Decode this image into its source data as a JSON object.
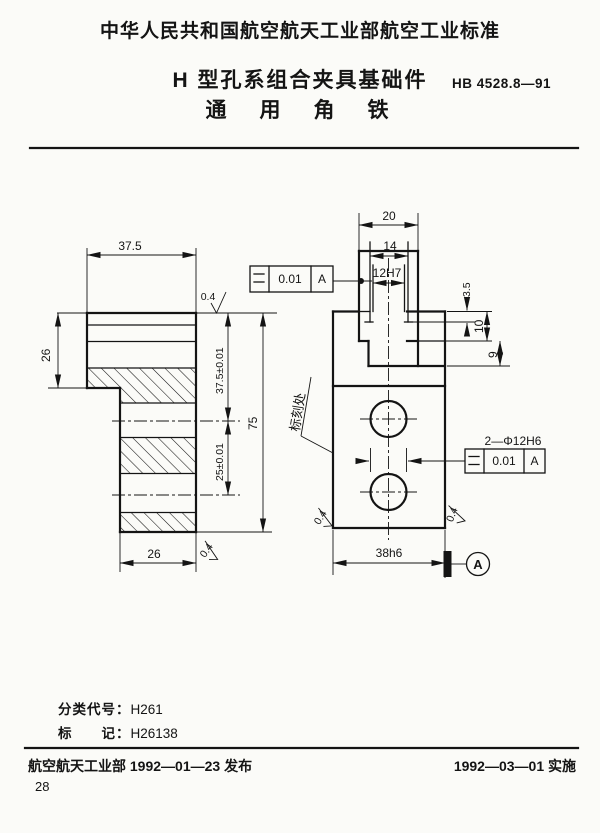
{
  "header": {
    "org_standard_line": "中华人民共和国航空航天工业部航空工业标准",
    "title": "H 型孔系组合夹具基础件",
    "subtitle": "通　用　角　铁",
    "standard_no": "HB 4528.8—91"
  },
  "left_view": {
    "dim_top_width": "37.5",
    "dim_flange_height": "26",
    "dim_first_hole_offset": "37.5±0.01",
    "dim_hole_spacing": "25±0.01",
    "dim_total_height": "75",
    "dim_bottom_width": "26",
    "finish_top": "0.4",
    "finish_bottom": "0.4"
  },
  "right_view": {
    "dim_tongue_width": "20",
    "dim_undercut_width": "14",
    "dim_slot_width": "12H7",
    "dim_undercut_height": "3.5",
    "dim_slot_depth": "10",
    "dim_below_depth": "9",
    "dim_body_width": "38h6",
    "hole_callout": "2—Φ12H6",
    "marking_note": "标刻处",
    "finish_left": "0.4",
    "finish_right": "0.4",
    "datum_label": "A"
  },
  "frames": {
    "top": {
      "tol": "0.01",
      "datum": "A"
    },
    "side": {
      "tol": "0.01",
      "datum": "A"
    }
  },
  "footer": {
    "class_code_label": "分类代号：",
    "class_code": "H261",
    "mark_label": "标　　记：",
    "mark_code": "H26138",
    "issued_line": "航空航天工业部 1992—01—23 发布",
    "implemented_line": "1992—03—01 实施",
    "page_number": "28"
  }
}
